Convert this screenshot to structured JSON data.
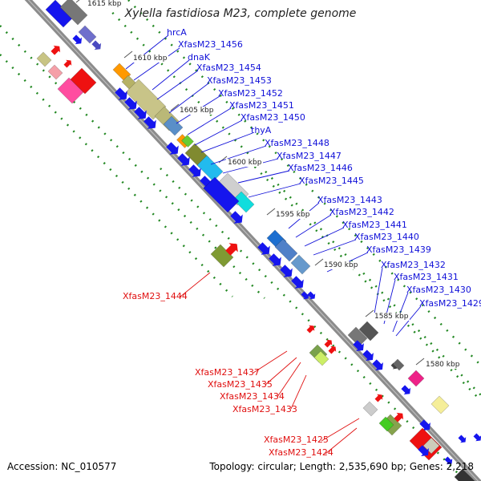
{
  "title": "Xylella fastidiosa M23, complete genome",
  "accession": "Accession: NC_010577",
  "topology": "Topology: circular; Length: 2,535,690 bp; Genes: 2,218",
  "scale_labels": [
    "1615 kbp",
    "1610 kbp",
    "1605 kbp",
    "1600 kbp",
    "1595 kbp",
    "1590 kbp",
    "1585 kbp",
    "1580 kbp"
  ],
  "genes_blue": [
    "hrcA",
    "XfasM23_1456",
    "dnaK",
    "XfasM23_1454",
    "XfasM23_1453",
    "XfasM23_1452",
    "XfasM23_1451",
    "XfasM23_1450",
    "thyA",
    "XfasM23_1448",
    "XfasM23_1447",
    "XfasM23_1446",
    "XfasM23_1445",
    "XfasM23_1443",
    "XfasM23_1442",
    "XfasM23_1441",
    "XfasM23_1440",
    "XfasM23_1439",
    "XfasM23_1432",
    "XfasM23_1431",
    "XfasM23_1430",
    "XfasM23_1429"
  ],
  "genes_red": [
    "XfasM23_1444",
    "XfasM23_1437",
    "XfasM23_1435",
    "XfasM23_1434",
    "XfasM23_1433",
    "XfasM23_1425",
    "XfasM23_1424"
  ],
  "colors": {
    "backbone": "#8c8c8c",
    "cds_blue": "#1515ee",
    "orf_red": "#ee1111",
    "dotted_track": "#228822",
    "label_blue": "#1010d8",
    "label_red": "#e01010"
  }
}
